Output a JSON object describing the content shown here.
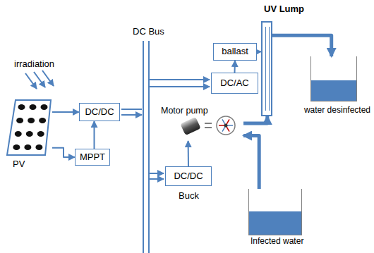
{
  "diagram": {
    "nodes": [
      {
        "text": [
          "PV"
        ]
      },
      {
        "text": [
          "DC/DC"
        ]
      },
      {
        "text": [
          "MPPT"
        ]
      },
      {
        "text": [
          "DC/AC"
        ]
      },
      {
        "text": [
          "ballast"
        ]
      },
      {
        "text": [
          "UV Lump"
        ]
      },
      {
        "text": [
          "water desinfected"
        ]
      },
      {
        "text": [
          "Motor pump"
        ]
      },
      {
        "text": [
          "DC/DC",
          "Buck"
        ]
      },
      {
        "text": [
          "Infected water"
        ]
      }
    ],
    "edges": [
      {
        "from": 0,
        "to": 1,
        "arrow": "to"
      },
      {
        "from": 0,
        "to": 2,
        "arrow": "to"
      },
      {
        "from": 2,
        "to": 1,
        "arrow": "to"
      },
      {
        "from": 3,
        "to": 4,
        "arrow": "to"
      },
      {
        "from": 4,
        "to": 5,
        "arrow": "to"
      },
      {
        "from": 8,
        "to": 7,
        "arrow": "to"
      },
      {
        "from": 9,
        "to": 7,
        "arrow": "to"
      },
      {
        "from": 7,
        "to": 5,
        "arrow": "to"
      },
      {
        "from": 5,
        "to": 6,
        "arrow": "to"
      }
    ],
    "labels": [
      "irradiation",
      "DC Bus"
    ]
  }
}
